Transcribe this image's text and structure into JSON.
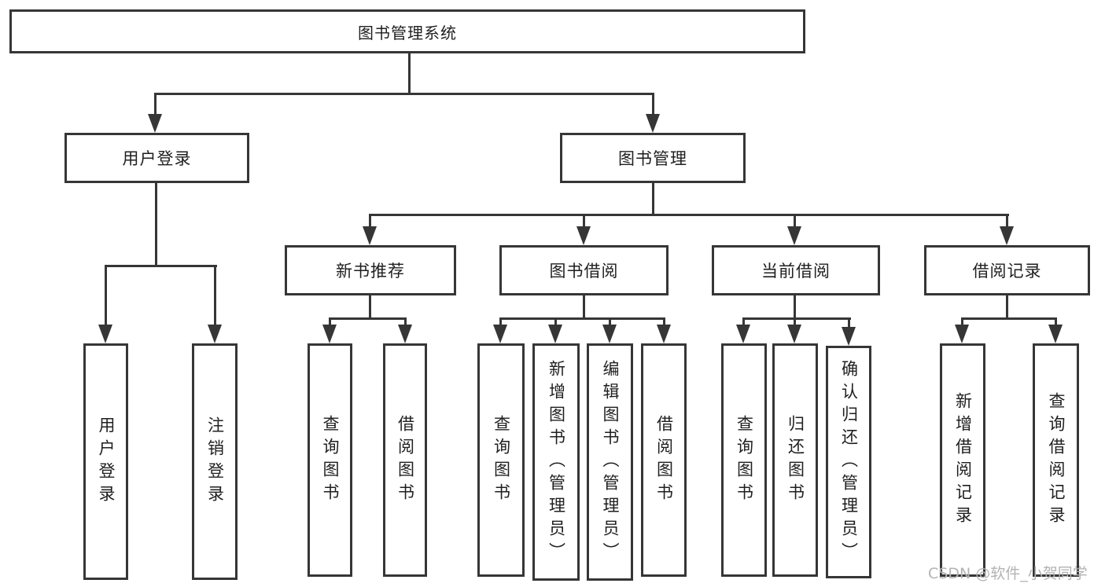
{
  "diagram": {
    "title": "图书管理系统",
    "tree": {
      "label": "图书管理系统",
      "children": [
        {
          "label": "用户登录",
          "children": [
            {
              "label": "用户登录"
            },
            {
              "label": "注销登录"
            }
          ]
        },
        {
          "label": "图书管理",
          "children": [
            {
              "label": "新书推荐",
              "children": [
                {
                  "label": "查询图书"
                },
                {
                  "label": "借阅图书"
                }
              ]
            },
            {
              "label": "图书借阅",
              "children": [
                {
                  "label": "查询图书"
                },
                {
                  "label": "新增图书（管理员）"
                },
                {
                  "label": "编辑图书（管理员）"
                },
                {
                  "label": "借阅图书"
                }
              ]
            },
            {
              "label": "当前借阅",
              "children": [
                {
                  "label": "查询图书"
                },
                {
                  "label": "归还图书"
                },
                {
                  "label": "确认归还（管理员）"
                }
              ]
            },
            {
              "label": "借阅记录",
              "children": [
                {
                  "label": "新增借阅记录"
                },
                {
                  "label": "查询借阅记录"
                }
              ]
            }
          ]
        }
      ]
    },
    "colors": {
      "line": "#363636",
      "text": "#1f1f1f",
      "background": "#ffffff",
      "watermark": "#b3b3b3"
    },
    "watermark": {
      "text": "CSDN @软件_小贺同学"
    }
  }
}
